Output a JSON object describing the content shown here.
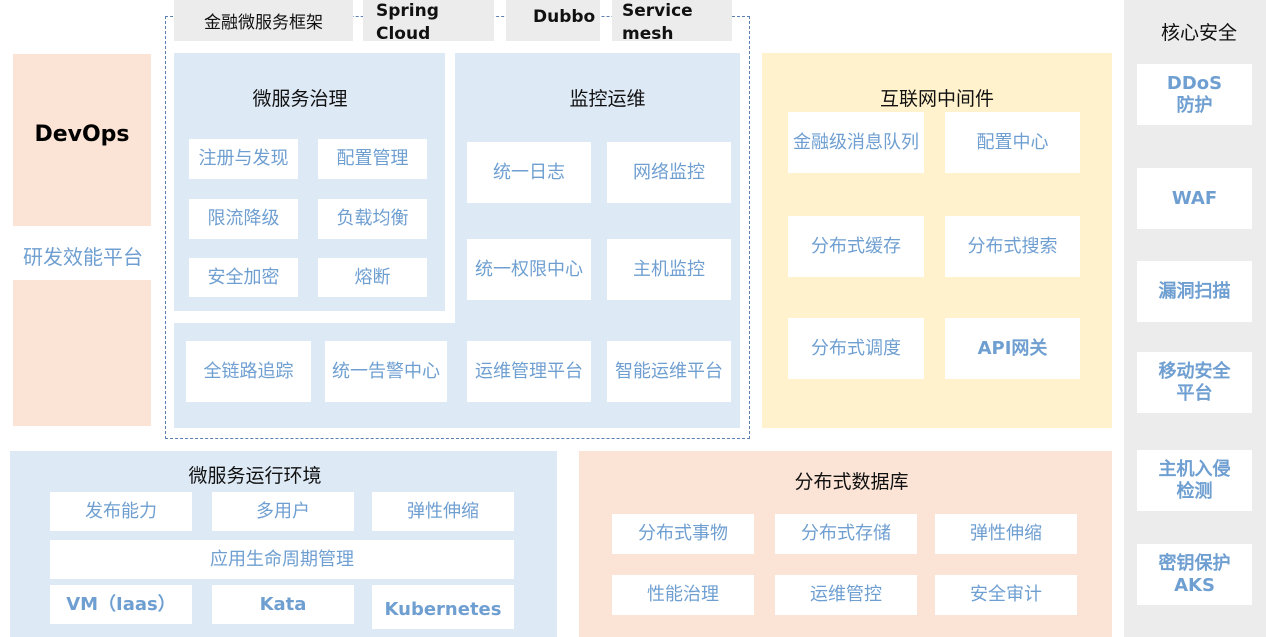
{
  "devops": {
    "title": "DevOps",
    "subtitle": "研发效能平台"
  },
  "framework": {
    "tab_label": "金融微服务框架",
    "tabs": [
      "Spring Cloud",
      "Dubbo",
      "Service mesh"
    ]
  },
  "governance": {
    "title": "微服务治理",
    "items": [
      "注册与发现",
      "配置管理",
      "限流降级",
      "负载均衡",
      "安全加密",
      "熔断"
    ]
  },
  "monitoring": {
    "title": "监控运维",
    "items": [
      "统一日志",
      "网络监控",
      "统一权限中心",
      "主机监控"
    ]
  },
  "ops_row": {
    "items": [
      "全链路追踪",
      "统一告警中心",
      "运维管理平台",
      "智能运维平台"
    ]
  },
  "middleware": {
    "title": "互联网中间件",
    "items": [
      "金融级消息队列",
      "配置中心",
      "分布式缓存",
      "分布式搜索",
      "分布式调度",
      "API网关"
    ]
  },
  "security": {
    "title": "核心安全",
    "items": [
      "DDoS 防护",
      "WAF",
      "漏洞扫描",
      "移动安全 平台",
      "主机入侵 检测",
      "密钥保护 AKS"
    ]
  },
  "runtime": {
    "title": "微服务运行环境",
    "row1": [
      "发布能力",
      "多用户",
      "弹性伸缩"
    ],
    "lifecycle": "应用生命周期管理",
    "row3": [
      "VM（Iaas）",
      "Kata",
      "Kubernetes"
    ]
  },
  "database": {
    "title": "分布式数据库",
    "items": [
      "分布式事物",
      "分布式存储",
      "弹性伸缩",
      "性能治理",
      "运维管控",
      "安全审计"
    ]
  }
}
